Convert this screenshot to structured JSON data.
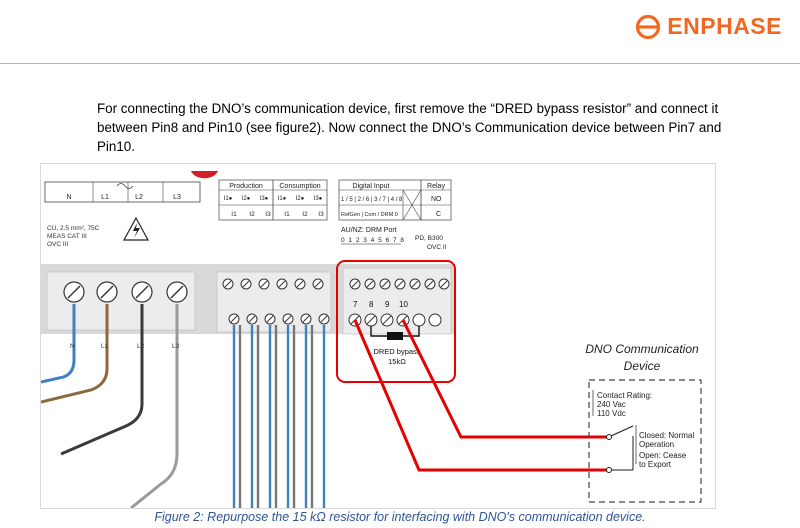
{
  "header": {
    "brand_name": "ENPHASE",
    "brand_color": "#f26722",
    "logo_icon": "enphase-logo-icon"
  },
  "intro": {
    "text": "For connecting the DNO’s communication device, first remove the “DRED bypass resistor” and connect it between Pin8 and Pin10 (see figure2). Now connect the DNO’s Communication device between Pin7 and Pin10."
  },
  "figure": {
    "ac_labels": [
      "N",
      "L1",
      "L2",
      "L3"
    ],
    "ac_specs": [
      "CU, 2.5 mm², 75C",
      "MEAS CAT III",
      "OVC III"
    ],
    "production_label": "Production",
    "consumption_label": "Consumption",
    "ct_top": [
      "I1●",
      "I2●",
      "I3●",
      "I1●",
      "I2●",
      "I3●"
    ],
    "ct_bottom": [
      "I1",
      "I2",
      "I3",
      "I1",
      "I2",
      "I3"
    ],
    "digital_input_label": "Digital Input",
    "relay_label": "Relay",
    "digital_row1": "1 / 5 | 2 / 6 | 3 / 7 | 4 / 8",
    "digital_row2": "RefGen | Com / DRM 0",
    "relay_no": "NO",
    "relay_c": "C",
    "drm_title": "AU/NZ: DRM Port",
    "drm_pins": "0 1 2 3 4 5 6 7 8",
    "drm_spec1": "PD, B300",
    "drm_spec2": "OVC II",
    "wire_labels": [
      "N",
      "L1",
      "L2",
      "L3"
    ],
    "pin_labels": [
      "7",
      "8",
      "9",
      "10"
    ],
    "resistor_label_1": "DRED bypass",
    "resistor_label_2": "15kΩ",
    "dno_title_1": "DNO Communication",
    "dno_title_2": "Device",
    "contact_rating_1": "Contact Rating:",
    "contact_rating_2": "240 Vac",
    "contact_rating_3": "110 Vdc",
    "closed_1": "Closed: Normal",
    "closed_2": "Operation",
    "open_1": "Open: Cease",
    "open_2": "to Export",
    "wire_color": "#e60000"
  },
  "caption": {
    "text": "Figure 2: Repurpose the 15 kΩ resistor for interfacing with DNO's communication device."
  }
}
